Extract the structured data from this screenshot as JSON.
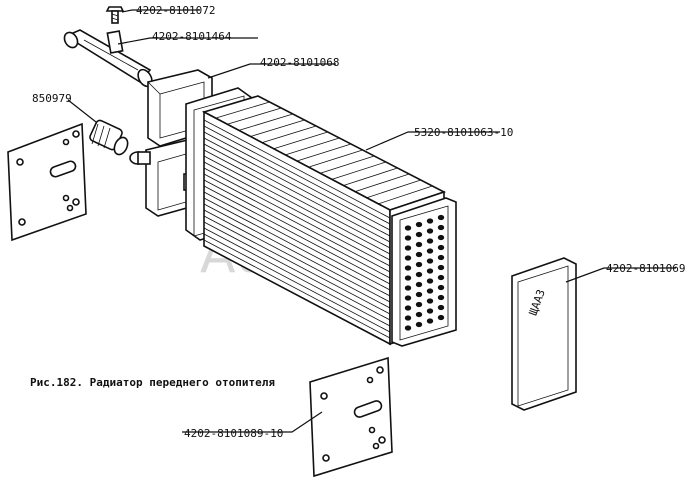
{
  "watermark": "AutoSoft",
  "caption": "Рис.182. Радиатор переднего отопителя",
  "parts": {
    "screw": "4202-8101072",
    "pipe": "4202-8101464",
    "tank": "4202-8101068",
    "fitting": "850979",
    "core": "5320-8101063-10",
    "cover": "4202-8101069",
    "cover_stamp": "ЩААЗ",
    "plate": "4202-8101089-10"
  }
}
